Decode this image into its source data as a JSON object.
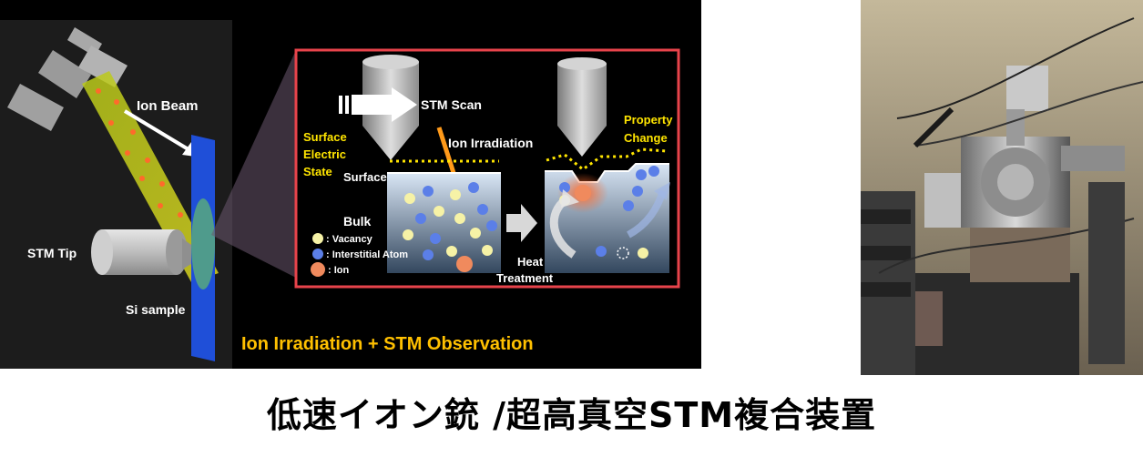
{
  "left_panel": {
    "ion_beam_label": "Ion Beam",
    "stm_tip_label": "STM Tip",
    "si_sample_label": "Si sample"
  },
  "inset": {
    "stm_scan_label": "STM Scan",
    "ion_irradiation_label": "Ion Irradiation",
    "surface_electric_state_lines": [
      "Surface",
      "Electric",
      "State"
    ],
    "surface_label": "Surface",
    "property_change_lines": [
      "Property",
      "Change"
    ],
    "bulk_label": "Bulk",
    "legend": [
      {
        "text": ": Vacancy",
        "color": "#f6f2a6"
      },
      {
        "text": ": Interstitial Atom",
        "color": "#5b7fe8"
      },
      {
        "text": ": Ion",
        "color": "#f08a5d"
      }
    ],
    "heat_treatment_lines": [
      "Heat",
      "Treatment"
    ]
  },
  "bottom_title": "Ion Irradiation + STM Observation",
  "caption": "低速イオン銃 /超高真空STM複合装置",
  "colors": {
    "background": "#000000",
    "left_bg": "#1c1c1c",
    "yellow_text": "#ffe500",
    "inset_border": "#e8434b",
    "bottom_title": "#ffc000",
    "sample_blue": "#1f4fd8",
    "beam": "#c8d41a"
  }
}
